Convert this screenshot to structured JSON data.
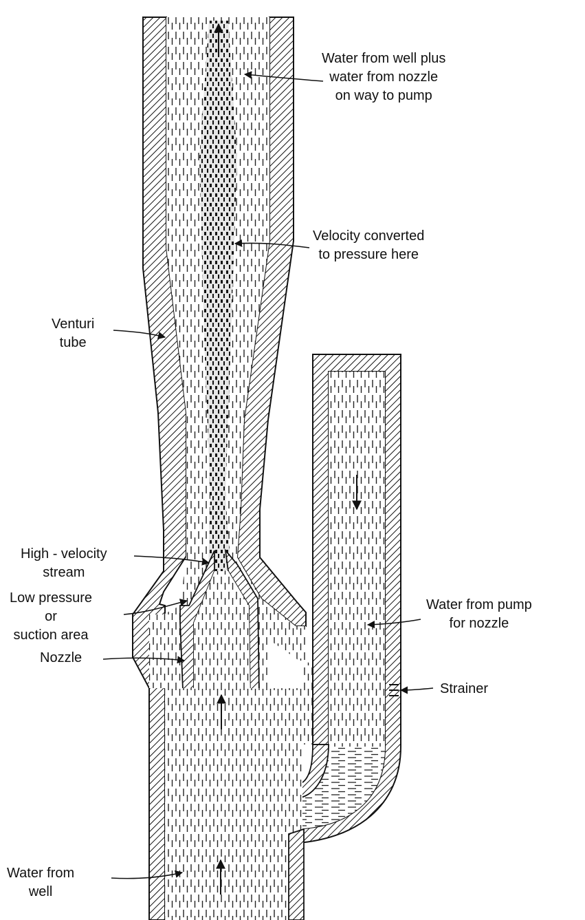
{
  "labels": {
    "water_from_well_plus": [
      "Water from well plus",
      "water from nozzle",
      "on way to pump"
    ],
    "velocity_converted": [
      "Velocity converted",
      "to pressure here"
    ],
    "venturi_tube": [
      "Venturi",
      "tube"
    ],
    "high_velocity_stream": [
      "High - velocity",
      "stream"
    ],
    "low_pressure": [
      "Low pressure",
      "or",
      "suction area"
    ],
    "nozzle": [
      "Nozzle"
    ],
    "water_from_pump": [
      "Water from pump",
      "for nozzle"
    ],
    "strainer": [
      "Strainer"
    ],
    "water_from_well": [
      "Water from",
      "well"
    ]
  },
  "colors": {
    "ink": "#111111",
    "paper": "#ffffff"
  }
}
